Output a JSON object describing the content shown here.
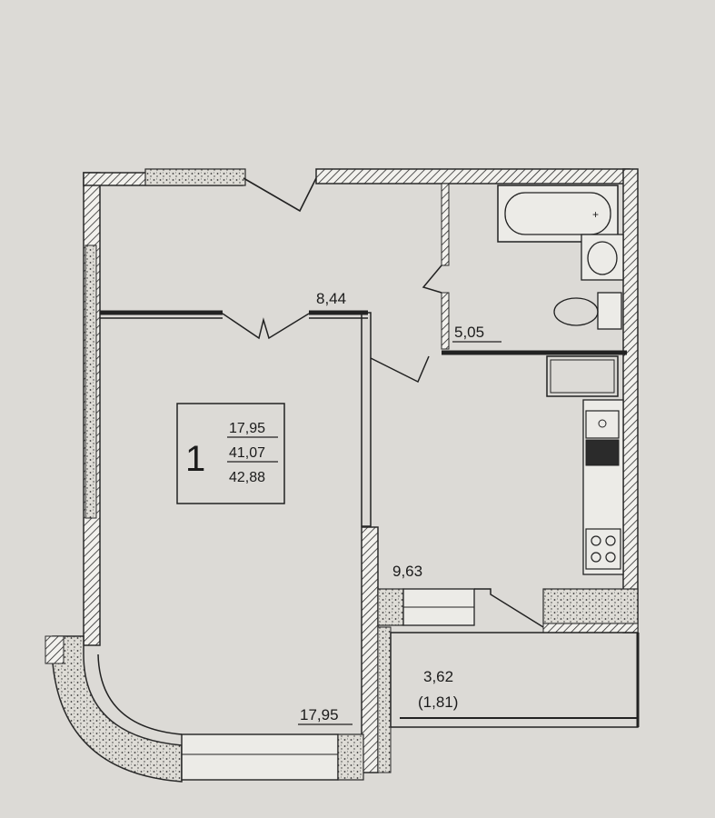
{
  "apartment": {
    "rooms": "1",
    "living_area": "17,95",
    "total_area": "41,07",
    "total_area_with_balcony": "42,88"
  },
  "rooms": {
    "hallway": "8,44",
    "bathroom": "5,05",
    "kitchen": "9,63",
    "living_room": "17,95",
    "balcony_area": "3,62",
    "balcony_area_reduced": "(1,81)"
  },
  "colors": {
    "paper": "#d9d7d3",
    "wall": "#2a2a2a",
    "wall_fill": "#efeeea",
    "line": "#222222"
  }
}
